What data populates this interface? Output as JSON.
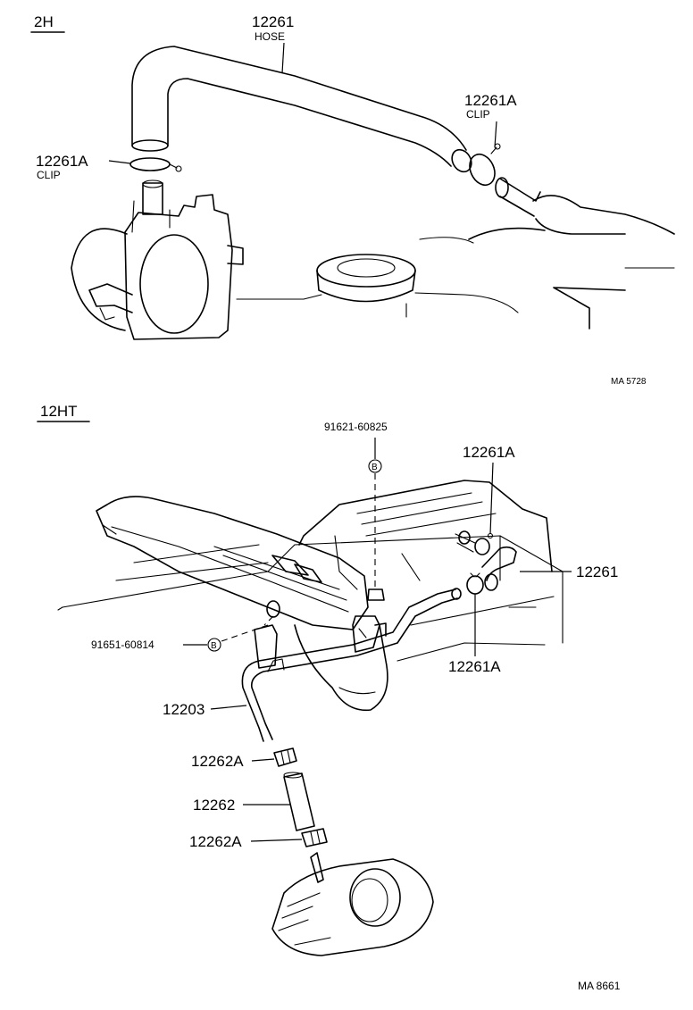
{
  "sections": {
    "top": {
      "title": "2H",
      "diagram_code": "MA 5728",
      "labels": {
        "hose_number": "12261",
        "hose_name": "HOSE",
        "clip_right_number": "12261A",
        "clip_right_name": "CLIP",
        "clip_left_number": "12261A",
        "clip_left_name": "CLIP"
      }
    },
    "bottom": {
      "title": "12HT",
      "diagram_code": "MA 8661",
      "labels": {
        "bolt_upper": "91621-60825",
        "bolt_upper_mark": "B",
        "clip_upper": "12261A",
        "hose": "12261",
        "clip_lower": "12261A",
        "bolt_lower": "91651-60814",
        "bolt_lower_mark": "B",
        "pipe": "12203",
        "clamp_upper": "12262A",
        "hose_short": "12262",
        "clamp_lower": "12262A"
      }
    }
  }
}
